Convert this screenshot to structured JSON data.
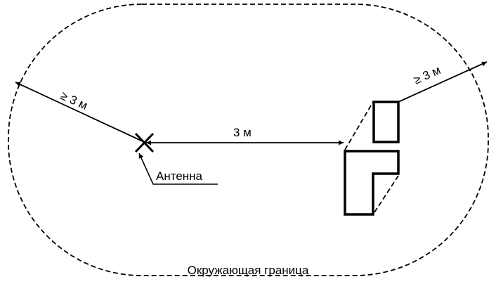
{
  "labels": {
    "left_distance": "≥ 3 м",
    "center_distance": "3 м",
    "right_distance": "≥ 3 м",
    "antenna": "Антенна",
    "boundary": "Окружающая граница"
  },
  "colors": {
    "line": "#000000",
    "background": "#ffffff"
  }
}
